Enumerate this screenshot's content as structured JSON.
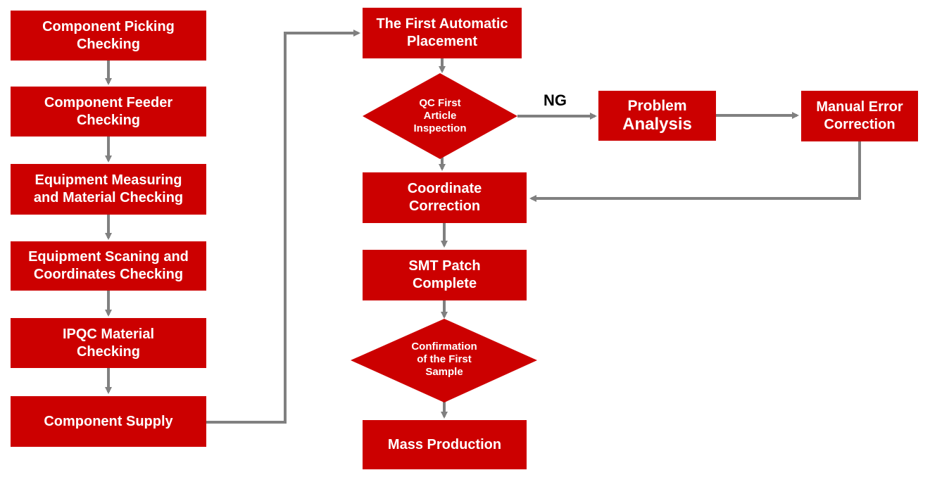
{
  "left_column": [
    {
      "id": "component-picking",
      "label": "Component Picking\nChecking"
    },
    {
      "id": "component-feeder",
      "label": "Component Feeder\nChecking"
    },
    {
      "id": "equipment-measuring",
      "label": "Equipment Measuring\nand Material Checking"
    },
    {
      "id": "equipment-scaning",
      "label": "Equipment Scaning and\nCoordinates Checking"
    },
    {
      "id": "ipqc-material",
      "label": "IPQC Material\nChecking"
    },
    {
      "id": "component-supply",
      "label": "Component Supply"
    }
  ],
  "middle_column": {
    "first_placement": "The First Automatic\nPlacement",
    "qc_inspection": "QC First\nArticle\nInspection",
    "coordinate_correction": "Coordinate\nCorrection",
    "smt_patch": "SMT Patch\nComplete",
    "confirmation": "Confirmation\nof the First\nSample",
    "mass_production": "Mass Production"
  },
  "right_branch": {
    "ng_label": "NG",
    "problem_analysis_line1": "Problem",
    "problem_analysis_line2": "Analysis",
    "manual_correction": "Manual Error\nCorrection"
  },
  "colors": {
    "box_fill": "#cc0000",
    "arrow": "#808080",
    "text": "#ffffff"
  }
}
